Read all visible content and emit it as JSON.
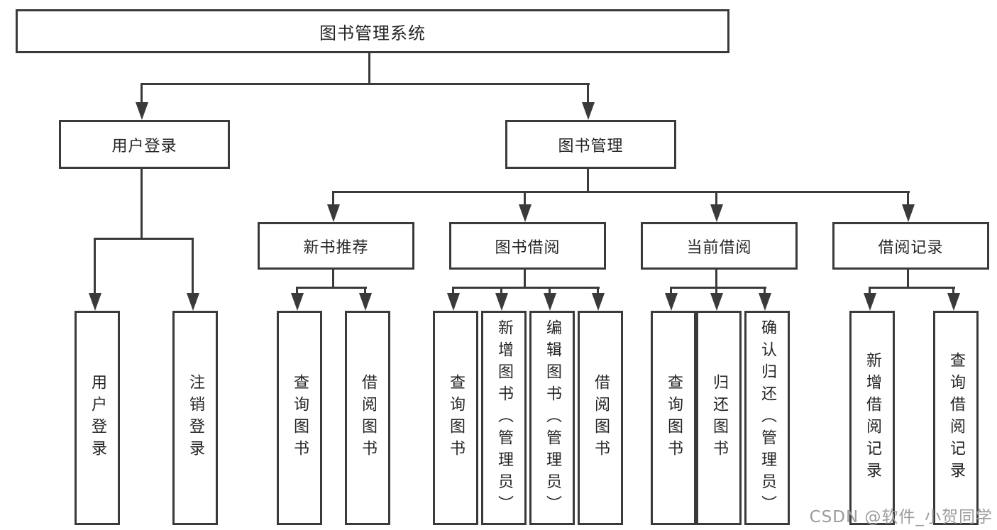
{
  "tree": {
    "root": {
      "label": "图书管理系统"
    },
    "branches": [
      {
        "label": "用户登录",
        "children": [
          {
            "label": "用户登录"
          },
          {
            "label": "注销登录"
          }
        ]
      },
      {
        "label": "图书管理",
        "children": [
          {
            "label": "新书推荐",
            "children": [
              {
                "label": "查询图书"
              },
              {
                "label": "借阅图书"
              }
            ]
          },
          {
            "label": "图书借阅",
            "children": [
              {
                "label": "查询图书"
              },
              {
                "label": "新增图书（管理员）"
              },
              {
                "label": "编辑图书（管理员）"
              },
              {
                "label": "借阅图书"
              }
            ]
          },
          {
            "label": "当前借阅",
            "children": [
              {
                "label": "查询图书"
              },
              {
                "label": "归还图书"
              },
              {
                "label": "确认归还（管理员）"
              }
            ]
          },
          {
            "label": "借阅记录",
            "children": [
              {
                "label": "新增借阅记录"
              },
              {
                "label": "查询借阅记录"
              }
            ]
          }
        ]
      }
    ]
  },
  "watermark": "CSDN @软件_小贺同学",
  "colors": {
    "line": "#3a3a3a",
    "text": "#252525",
    "watermark": "#9c9c9c",
    "background": "#ffffff"
  }
}
